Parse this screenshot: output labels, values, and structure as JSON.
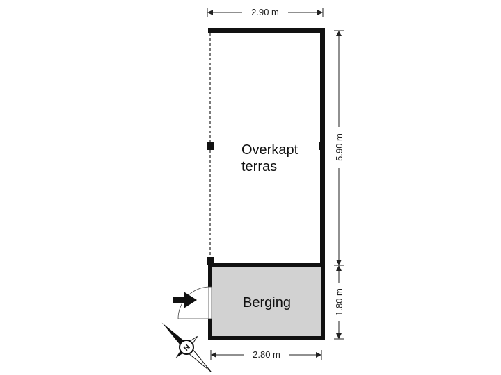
{
  "rooms": {
    "terrace": {
      "line1": "Overkapt",
      "line2": "terras",
      "fill": "#ffffff"
    },
    "storage": {
      "label": "Berging",
      "fill": "#d2d2d2"
    }
  },
  "dimensions": {
    "top_width": "2.90 m",
    "bottom_width": "2.80 m",
    "terrace_depth": "5.90 m",
    "storage_depth": "1.80 m"
  },
  "compass": {
    "letter": "N"
  },
  "colors": {
    "wall": "#111111",
    "dimension_line": "#222222",
    "storage_fill": "#d2d2d2"
  },
  "icons": [
    "entrance-arrow-icon",
    "compass-icon"
  ]
}
